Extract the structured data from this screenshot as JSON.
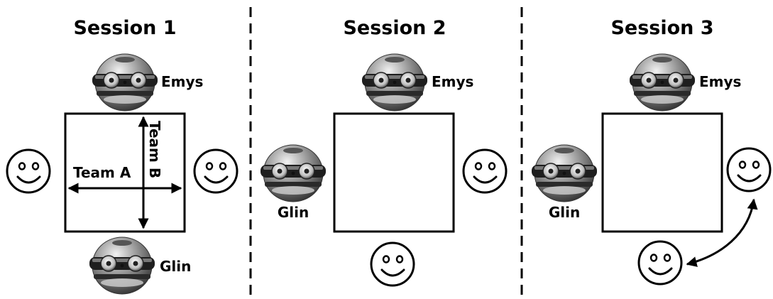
{
  "sessions": [
    {
      "title": "Session 1",
      "robot_top": "Emys",
      "robot_bottom": "Glin",
      "team_a": "Team A",
      "team_b": "Team B"
    },
    {
      "title": "Session 2",
      "robot_top": "Emys",
      "robot_left": "Glin"
    },
    {
      "title": "Session 3",
      "robot_top": "Emys",
      "robot_left": "Glin"
    }
  ],
  "icons": {
    "robot": "robot-head-icon",
    "human": "smiley-face-icon"
  },
  "colors": {
    "line": "#000000",
    "robot_shell": "#8a8a8a",
    "background": "#ffffff"
  }
}
